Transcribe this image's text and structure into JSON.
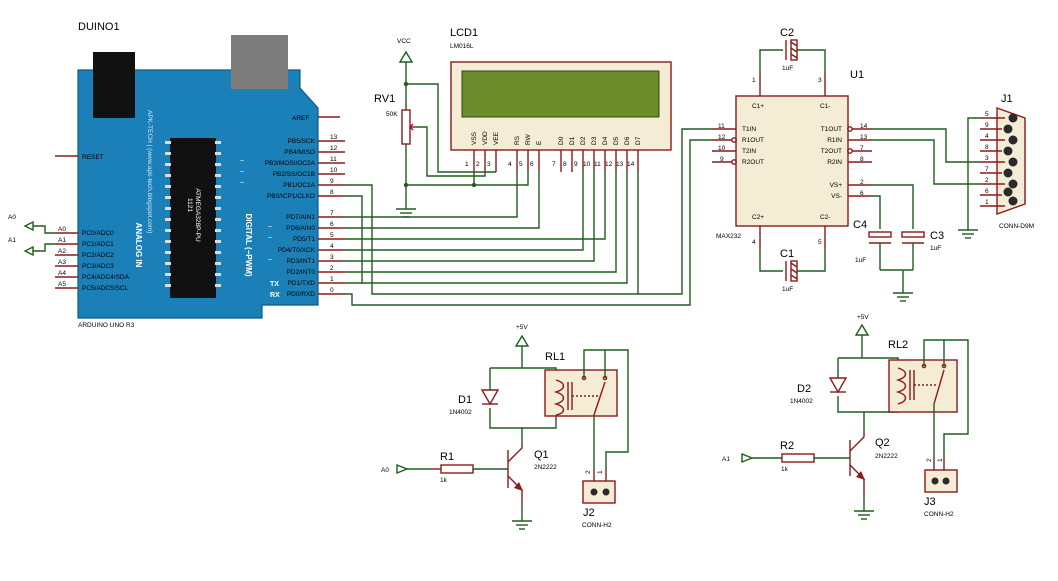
{
  "arduino": {
    "ref": "DUINO1",
    "model": "ARDUINO UNO R3",
    "brand": "APK-TECH | (www.apk-tech.blogspot.com)",
    "chip": "ATMEGA328P-PU",
    "chip_num": "1121",
    "analog_label": "ANALOG IN",
    "digital_label": "DIGITAL (~PWM)",
    "aref": "AREF",
    "reset": "RESET",
    "tx": "TX",
    "rx": "RX",
    "left_pins": [
      {
        "name": "PC0/ADC0",
        "num": "A0"
      },
      {
        "name": "PC1/ADC1",
        "num": "A1"
      },
      {
        "name": "PC2/ADC2",
        "num": "A2"
      },
      {
        "name": "PC3/ADC3",
        "num": "A3"
      },
      {
        "name": "PC4/ADC4/SDA",
        "num": "A4"
      },
      {
        "name": "PC5/ADC5/SCL",
        "num": "A5"
      }
    ],
    "right_pins_top": [
      {
        "name": "PB5/SCK",
        "num": "13"
      },
      {
        "name": "PB4/MISO",
        "num": "12"
      },
      {
        "name": "PB3/MOSI/OC2A",
        "num": "11"
      },
      {
        "name": "PB2/SS/OC1B",
        "num": "10"
      },
      {
        "name": "PB1/OC1A",
        "num": "9"
      },
      {
        "name": "PB0/ICP1/CLKO",
        "num": "8"
      }
    ],
    "right_pins_bottom": [
      {
        "name": "PD7/AIN1",
        "num": "7"
      },
      {
        "name": "PD6/AIN0",
        "num": "6"
      },
      {
        "name": "PD5/T1",
        "num": "5"
      },
      {
        "name": "PD4/T0/XCK",
        "num": "4"
      },
      {
        "name": "PD3/INT1",
        "num": "3"
      },
      {
        "name": "PD2/INT0",
        "num": "2"
      },
      {
        "name": "PD1/TXD",
        "num": "1"
      },
      {
        "name": "PD0/RXD",
        "num": "0"
      }
    ]
  },
  "net_labels": {
    "a0": "A0",
    "a1": "A1",
    "vcc": "VCC",
    "v5_1": "+5V",
    "v5_2": "+5V",
    "a0_rl": "A0",
    "a1_rl": "A1"
  },
  "rv1": {
    "ref": "RV1",
    "value": "50K"
  },
  "lcd": {
    "ref": "LCD1",
    "model": "LM016L",
    "pins": [
      {
        "name": "VSS",
        "num": "1"
      },
      {
        "name": "VDD",
        "num": "2"
      },
      {
        "name": "VEE",
        "num": "3"
      },
      {
        "name": "RS",
        "num": "4"
      },
      {
        "name": "RW",
        "num": "5"
      },
      {
        "name": "E",
        "num": "6"
      },
      {
        "name": "D0",
        "num": "7"
      },
      {
        "name": "D1",
        "num": "8"
      },
      {
        "name": "D2",
        "num": "9"
      },
      {
        "name": "D3",
        "num": "10"
      },
      {
        "name": "D4",
        "num": "11"
      },
      {
        "name": "D5",
        "num": "12"
      },
      {
        "name": "D6",
        "num": "13"
      },
      {
        "name": "D7",
        "num": "14"
      }
    ]
  },
  "max232": {
    "ref": "U1",
    "model": "MAX232",
    "c1p": "C1+",
    "c1m": "C1-",
    "c2p": "C2+",
    "c2m": "C2-",
    "left": [
      {
        "name": "T1IN",
        "num": "11"
      },
      {
        "name": "R1OUT",
        "num": "12"
      },
      {
        "name": "T2IN",
        "num": "10"
      },
      {
        "name": "R2OUT",
        "num": "9"
      }
    ],
    "right": [
      {
        "name": "T1OUT",
        "num": "14"
      },
      {
        "name": "R1IN",
        "num": "13"
      },
      {
        "name": "T2OUT",
        "num": "7"
      },
      {
        "name": "R2IN",
        "num": "8"
      },
      {
        "name": "VS+",
        "num": "2"
      },
      {
        "name": "VS-",
        "num": "6"
      }
    ],
    "pin1": "1",
    "pin3": "3",
    "pin4": "4",
    "pin5": "5"
  },
  "caps": {
    "c2": {
      "ref": "C2",
      "value": "1uF"
    },
    "c1": {
      "ref": "C1",
      "value": "1uF"
    },
    "c3": {
      "ref": "C3",
      "value": "1uF"
    },
    "c4": {
      "ref": "C4",
      "value": "1uF"
    }
  },
  "j1": {
    "ref": "J1",
    "model": "CONN-D9M",
    "pins": [
      "5",
      "9",
      "4",
      "8",
      "3",
      "7",
      "2",
      "6",
      "1"
    ]
  },
  "relay1": {
    "ref": "RL1",
    "d": "D1",
    "d_val": "1N4002",
    "q": "Q1",
    "q_val": "2N2222",
    "r": "R1",
    "r_val": "1k",
    "j": "J2",
    "j_val": "CONN-H2",
    "jp2": "2",
    "jp1": "1"
  },
  "relay2": {
    "ref": "RL2",
    "d": "D2",
    "d_val": "1N4002",
    "q": "Q2",
    "q_val": "2N2222",
    "r": "R2",
    "r_val": "1k",
    "j": "J3",
    "j_val": "CONN-H2",
    "jp2": "2",
    "jp1": "1"
  }
}
